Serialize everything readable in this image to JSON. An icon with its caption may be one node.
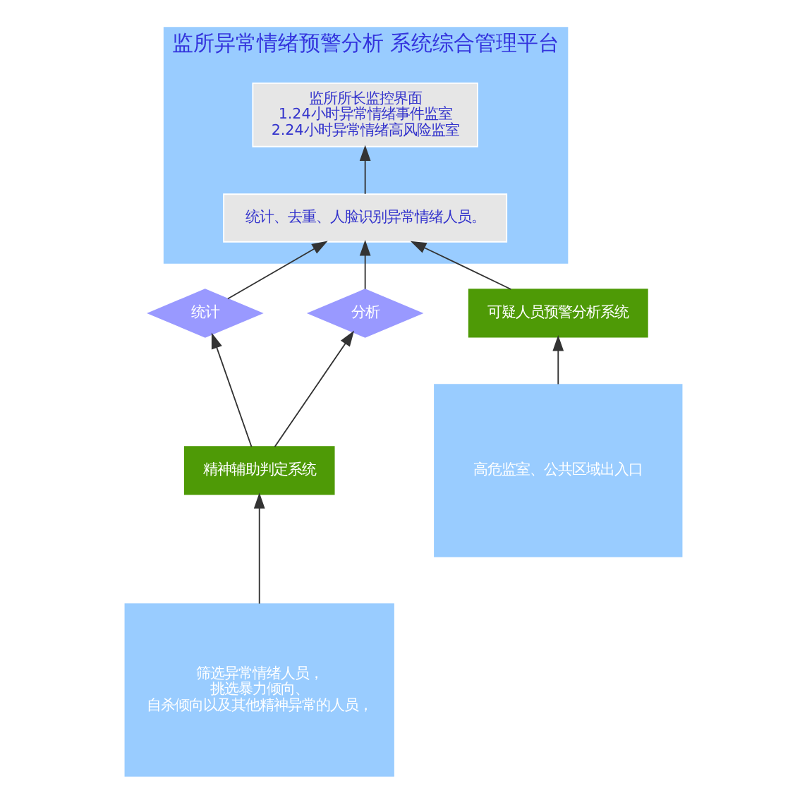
{
  "diagram": {
    "nodes": [
      {
        "text": [
          "监所异常情绪预警分析 系统综合管理平台"
        ]
      },
      {
        "text": [
          "监所所长监控界面",
          "1.24小时异常情绪事件监室",
          "2.24小时异常情绪高风险监室"
        ],
        "in": 0
      },
      {
        "text": [
          "统计、去重、人脸识别异常情绪人员。"
        ],
        "in": 0
      },
      {
        "text": [
          "统计"
        ]
      },
      {
        "text": [
          "分析"
        ]
      },
      {
        "text": [
          "精神辅助判定系统"
        ]
      },
      {
        "text": [
          "可疑人员预警分析系统"
        ]
      },
      {
        "text": [
          "筛选异常情绪人员，",
          "挑选暴力倾向、",
          "自杀倾向以及其他精神异常的人员，"
        ]
      },
      {
        "text": [
          "高危监室、公共区域出入口"
        ]
      }
    ],
    "edges": [
      {
        "from": 2,
        "to": 1,
        "arrow": "to"
      },
      {
        "from": 3,
        "to": 2,
        "arrow": "to"
      },
      {
        "from": 4,
        "to": 2,
        "arrow": "to"
      },
      {
        "from": 6,
        "to": 2,
        "arrow": "to"
      },
      {
        "from": 5,
        "to": 3,
        "arrow": "to"
      },
      {
        "from": 5,
        "to": 4,
        "arrow": "to"
      },
      {
        "from": 7,
        "to": 5,
        "arrow": "to"
      },
      {
        "from": 8,
        "to": 6,
        "arrow": "to"
      }
    ]
  }
}
